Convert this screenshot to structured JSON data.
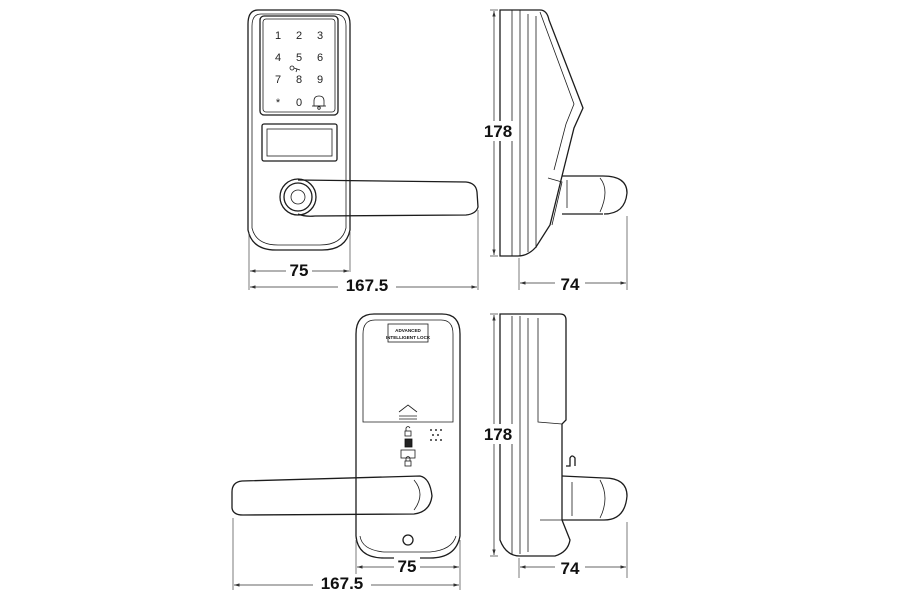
{
  "front_view": {
    "keypad_keys": [
      "1",
      "2",
      "3",
      "4",
      "5",
      "6",
      "7",
      "8",
      "9",
      "*",
      "0"
    ],
    "dim_body_width": "75",
    "dim_total_width": "167.5"
  },
  "side_view_top": {
    "dim_height": "178",
    "dim_depth": "74"
  },
  "back_view": {
    "label_line1": "ADVANCED",
    "label_line2": "INTELLIGENT LOCK",
    "dim_body_width": "75",
    "dim_total_width": "167.5"
  },
  "side_view_bottom": {
    "dim_height": "178",
    "dim_depth": "74"
  }
}
